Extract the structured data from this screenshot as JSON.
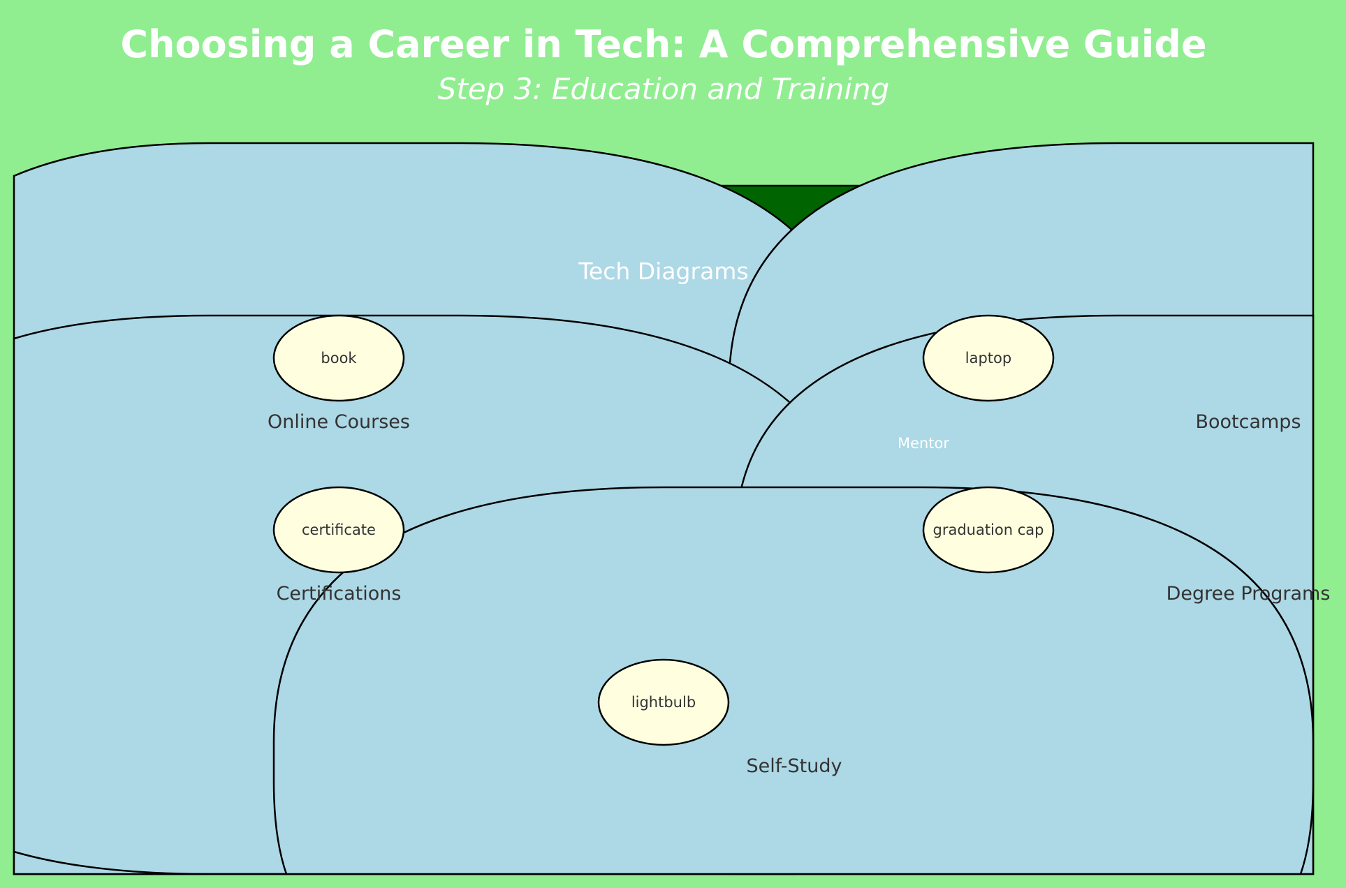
{
  "header": {
    "title": "Choosing a Career in Tech: A Comprehensive Guide",
    "subtitle": "Step 3: Education and Training"
  },
  "colors": {
    "background": "#90ee90",
    "node_fill": "#add8e6",
    "icon_fill": "#ffffe0",
    "arrow_fill": "#006400",
    "text_dark": "#333333",
    "text_light": "#ffffff"
  },
  "diagram": {
    "center": {
      "label": "Tech Diagrams"
    },
    "edge_label": "Mentor",
    "nodes": [
      {
        "id": "online_courses",
        "label": "Online Courses",
        "icon": "book"
      },
      {
        "id": "bootcamps",
        "label": "Bootcamps",
        "icon": "laptop"
      },
      {
        "id": "certifications",
        "label": "Certifications",
        "icon": "certificate"
      },
      {
        "id": "degree_programs",
        "label": "Degree Programs",
        "icon": "graduation cap"
      },
      {
        "id": "self_study",
        "label": "Self-Study",
        "icon": "lightbulb"
      }
    ]
  }
}
